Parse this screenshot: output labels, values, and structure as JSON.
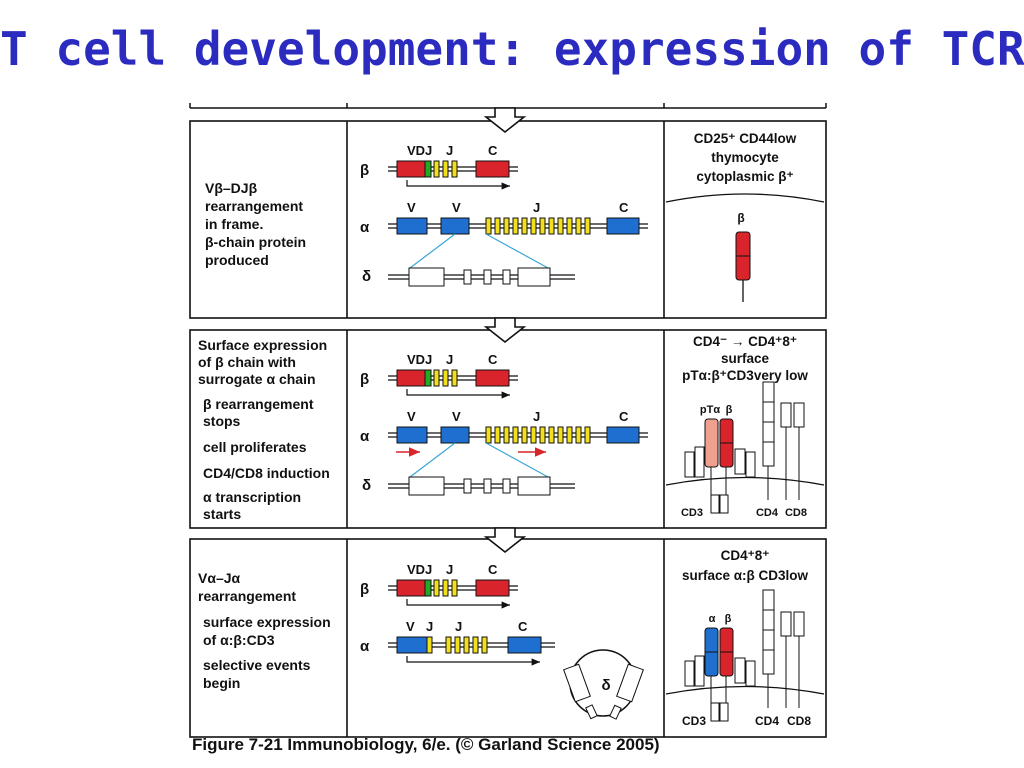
{
  "title": "T cell development:  expression of TCR",
  "caption": "Figure 7-21  Immunobiology, 6/e. (© Garland Science 2005)",
  "colors": {
    "title": "#2b2bbf",
    "v_segment": "#1f6fd1",
    "d_segment": "#22aa22",
    "j_segment": "#f2e01a",
    "beta_red": "#d9242c",
    "pta_pink": "#f0a08e",
    "line_blue": "#3aa7d6"
  },
  "gene_labels": {
    "beta": "β",
    "alpha": "α",
    "delta": "δ",
    "V": "V",
    "VDJ": "VDJ",
    "J": "J",
    "C": "C"
  },
  "panel1": {
    "left_lines": [
      "Vβ–DJβ",
      "rearrangement",
      "in frame.",
      "β-chain protein",
      "produced"
    ],
    "right_lines": [
      "CD25⁺ CD44low",
      "thymocyte",
      "cytoplasmic β⁺"
    ],
    "receptor_label": "β"
  },
  "panel2": {
    "left_lines": [
      "Surface expression",
      "of β chain with",
      "surrogate α chain",
      "β rearrangement",
      "stops",
      "cell proliferates",
      "CD4/CD8 induction",
      "α transcription",
      "starts"
    ],
    "right_lines": [
      "CD4⁻ → CD4⁺8⁺",
      "surface",
      "pTα:β⁺CD3very low"
    ],
    "receptor_labels": [
      "pTα",
      "β"
    ],
    "bottom_labels": [
      "CD3",
      "CD4",
      "CD8"
    ]
  },
  "panel3": {
    "left_lines": [
      "Vα–Jα",
      "rearrangement",
      "surface expression",
      "of α:β:CD3",
      "selective events",
      "begin"
    ],
    "right_lines": [
      "CD4⁺8⁺",
      "surface α:β CD3low"
    ],
    "receptor_labels": [
      "α",
      "β"
    ],
    "bottom_labels": [
      "CD3",
      "CD4",
      "CD8"
    ],
    "circle_label": "δ"
  }
}
